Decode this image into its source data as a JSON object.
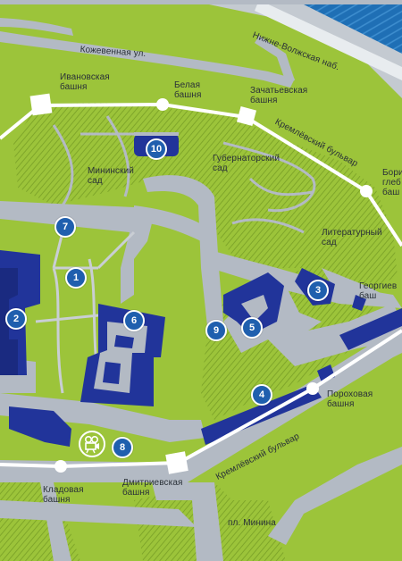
{
  "colors": {
    "grass": "#9cc43a",
    "road": "#b3bac4",
    "building": "#21349a",
    "wall": "#ffffff",
    "marker": "#1f5fae",
    "water": "#1f6fb5"
  },
  "labels": {
    "kozhevennaya": "Кожевенная ул.",
    "nizhne_volzhskaya": "Нижне-Волжская наб.",
    "ivanovskaya": "Ивановская\nбашня",
    "belaya": "Белая\nбашня",
    "zachatievskaya": "Зачатьевская\nбашня",
    "kremlevsky_top": "Кремлёвский бульвар",
    "borisoglebskaya": "Бори\nглеб\nбаш",
    "mininsky_sad": "Мининский\nсад",
    "gubernatorsky_sad": "Губернаторский\nсад",
    "literaturny_sad": "Литературный\nсад",
    "georgievskaya": "Георгиев\nбаш",
    "porokhovaya": "Пороховая\nбашня",
    "kremlevsky_bottom": "Кремлёвский бульвар",
    "dmitrievskaya": "Дмитриевская\nбашня",
    "kladovaya": "Кладовая\nбашня",
    "pl_minina": "пл. Минина"
  },
  "markers": [
    {
      "num": "1"
    },
    {
      "num": "2"
    },
    {
      "num": "3"
    },
    {
      "num": "4"
    },
    {
      "num": "5"
    },
    {
      "num": "6"
    },
    {
      "num": "7"
    },
    {
      "num": "8"
    },
    {
      "num": "9"
    },
    {
      "num": "10"
    }
  ],
  "icons": {
    "camera": "film-camera-icon"
  }
}
